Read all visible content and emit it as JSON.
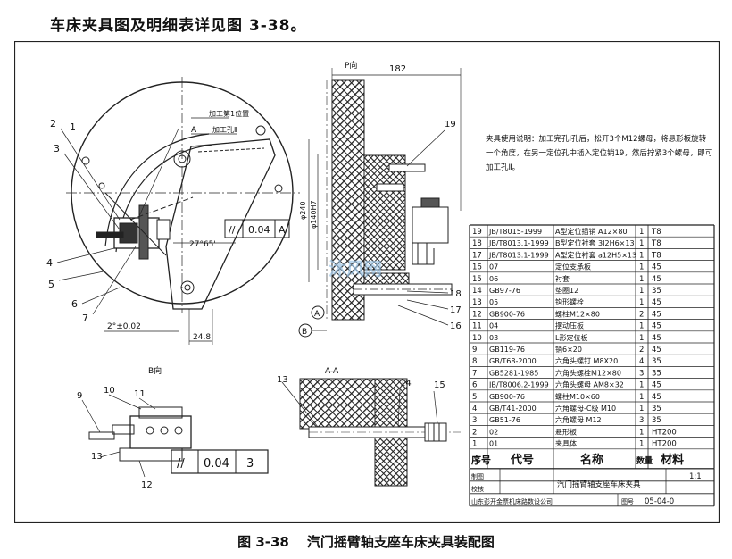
{
  "intro": "车床夹具图及明细表详见图 3-38。",
  "caption": {
    "number": "图 3-38",
    "title": "汽门摇臂轴支座车床夹具装配图"
  },
  "views": {
    "top_view_label": "P向",
    "b_view_label": "B向",
    "a_section_label": "A-A",
    "dim_182": "182",
    "dim_248": "24.8",
    "dim_angle": "27°65'",
    "dim_offset": "2°±0.02",
    "dim_phi1": "φ240",
    "dim_phi2": "φ140H7",
    "note_machining_pos": "加工第1位置",
    "note_machining_hole": "加工孔Ⅱ",
    "tol1": [
      "//",
      "0.04",
      "A"
    ],
    "tol2": [
      "//",
      "0.04",
      "3"
    ],
    "datum_a": "A",
    "datum_b": "B",
    "balloons_left": [
      "1",
      "2",
      "3",
      "4",
      "5",
      "6",
      "7"
    ],
    "balloons_mid": [
      "19",
      "18",
      "17",
      "16"
    ],
    "balloons_b": [
      "9",
      "10",
      "11",
      "12",
      "13"
    ],
    "balloons_aa": [
      "13",
      "14",
      "15"
    ]
  },
  "usage_note": {
    "line1": "夹具使用说明：加工完孔Ⅰ孔后，松开3个M12螺母，将悬形板旋转",
    "line2": "一个角度，在另一定位孔中插入定位销19，然后拧紧3个螺母，即可",
    "line3": "加工孔Ⅱ。"
  },
  "bom": {
    "headers": [
      "序号",
      "代号",
      "名称",
      "数量",
      "材料"
    ],
    "rows": [
      [
        "19",
        "JB/T8015-1999",
        "A型定位插销 A12×80",
        "1",
        "T8"
      ],
      [
        "18",
        "JB/T8013.1-1999",
        "B型定位衬套 3I2H6×13",
        "1",
        "T8"
      ],
      [
        "17",
        "JB/T8013.1-1999",
        "A型定位衬套 a12H5×13",
        "1",
        "T8"
      ],
      [
        "16",
        "07",
        "定位支承板",
        "1",
        "45"
      ],
      [
        "15",
        "06",
        "衬套",
        "1",
        "45"
      ],
      [
        "14",
        "GB97-76",
        "垫圈12",
        "1",
        "35"
      ],
      [
        "13",
        "05",
        "钩形螺栓",
        "1",
        "45"
      ],
      [
        "12",
        "GB900-76",
        "螺柱M12×80",
        "2",
        "45"
      ],
      [
        "11",
        "04",
        "摆动压板",
        "1",
        "45"
      ],
      [
        "10",
        "03",
        "L形定位板",
        "1",
        "45"
      ],
      [
        "9",
        "GB119-76",
        "销6×20",
        "2",
        "45"
      ],
      [
        "8",
        "GB/T68-2000",
        "六角头螺钉 M8X20",
        "4",
        "35"
      ],
      [
        "7",
        "GB5281-1985",
        "六角头螺栓M12×80",
        "3",
        "35"
      ],
      [
        "6",
        "JB/T8006.2-1999",
        "六角头螺母 AM8×32",
        "1",
        "45"
      ],
      [
        "5",
        "GB900-76",
        "螺柱M10×60",
        "1",
        "45"
      ],
      [
        "4",
        "GB/T41-2000",
        "六角螺母-C级 M10",
        "1",
        "35"
      ],
      [
        "3",
        "GB51-76",
        "六角螺母 M12",
        "3",
        "35"
      ],
      [
        "2",
        "02",
        "悬形板",
        "1",
        "HT200"
      ],
      [
        "1",
        "01",
        "夹具体",
        "1",
        "HT200"
      ]
    ],
    "title_row": {
      "drawn": "制图",
      "checked": "校核",
      "name": "汽门摇臂轴支座车床夹具",
      "scale": "1:1",
      "company": "山东彭开金票机床路数设公司",
      "drawing_no_label": "图号",
      "drawing_no": "05-04-0"
    }
  },
  "watermark": "沐风网"
}
